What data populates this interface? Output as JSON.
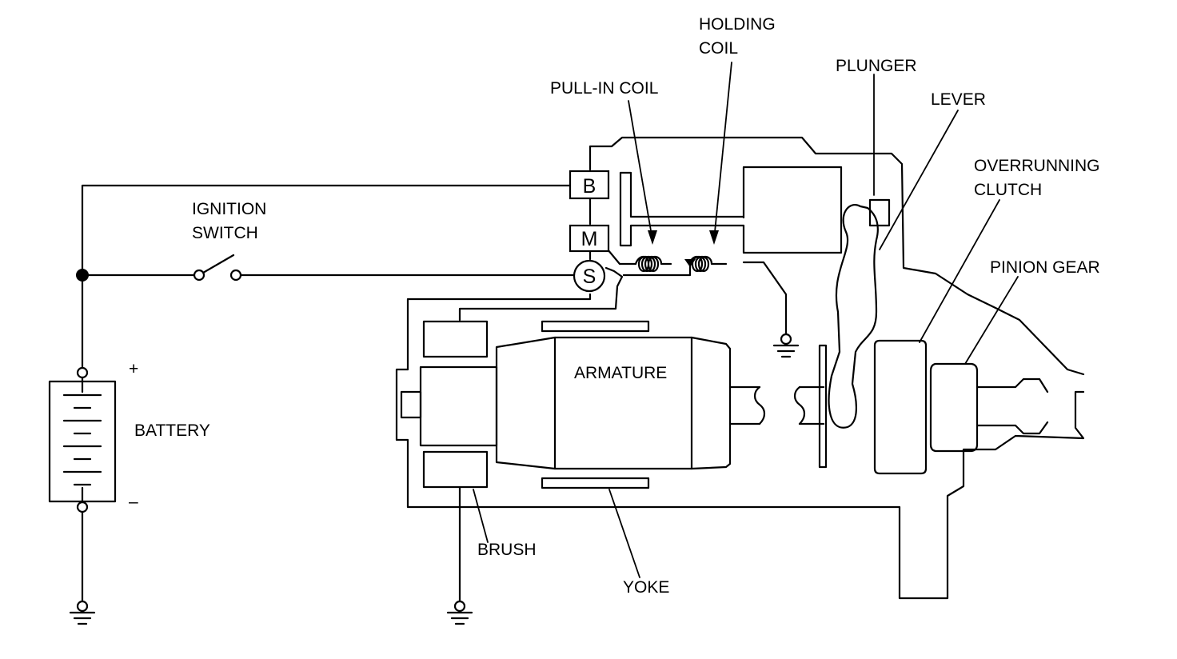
{
  "labels": {
    "holding_coil_1": "HOLDING",
    "holding_coil_2": "COIL",
    "plunger": "PLUNGER",
    "pull_in_coil": "PULL-IN COIL",
    "lever": "LEVER",
    "overrunning_1": "OVERRUNNING",
    "overrunning_2": "CLUTCH",
    "ignition_1": "IGNITION",
    "ignition_2": "SWITCH",
    "pinion_gear": "PINION GEAR",
    "armature": "ARMATURE",
    "battery": "BATTERY",
    "plus": "+",
    "minus": "–",
    "brush": "BRUSH",
    "yoke": "YOKE"
  },
  "terminals": {
    "b": "B",
    "m": "M",
    "s": "S"
  },
  "colors": {
    "line": "#000000",
    "background": "#ffffff"
  }
}
